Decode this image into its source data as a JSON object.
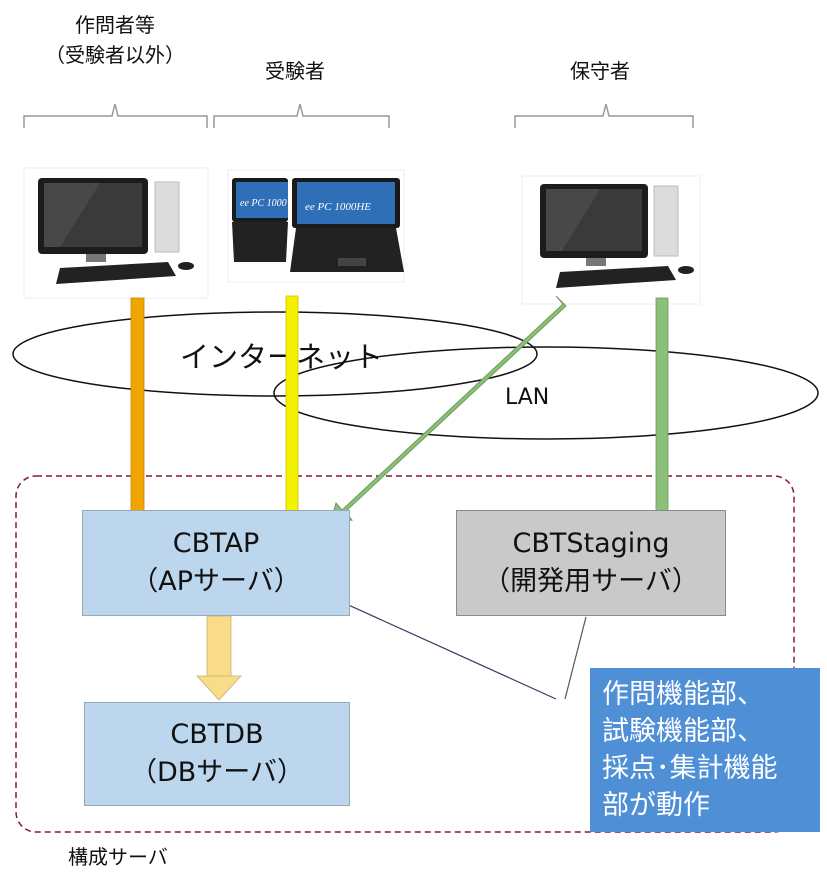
{
  "roles": {
    "author": {
      "line1": "作問者等",
      "line2": "（受験者以外）"
    },
    "examinee": {
      "label": "受験者"
    },
    "maintainer": {
      "label": "保守者"
    }
  },
  "networks": {
    "internet": "インターネット",
    "lan": "LAN"
  },
  "servers": {
    "ap": {
      "name": "CBTAP",
      "role": "（APサーバ）"
    },
    "staging": {
      "name": "CBTStaging",
      "role": "（開発用サーバ）"
    },
    "db": {
      "name": "CBTDB",
      "role": "（DBサーバ）"
    }
  },
  "callout": {
    "line1": "作問機能部、",
    "line2": "試験機能部、",
    "line3": "採点･集計機能",
    "line4": "部が動作"
  },
  "group_label": "構成サーバ",
  "laptop_screen_text": [
    "ee PC 1000",
    "ee PC 1000HE"
  ],
  "colors": {
    "author_arrow": "#f0a500",
    "examinee_arrow": "#f5f200",
    "maintainer_arrow": "#8cc07a",
    "db_arrow": "#f8dc8a",
    "server_box": "#bcd6ee",
    "staging_box": "#c9c9c9",
    "callout_bg": "#4f8fd6",
    "group_border": "#8b1a2a"
  }
}
